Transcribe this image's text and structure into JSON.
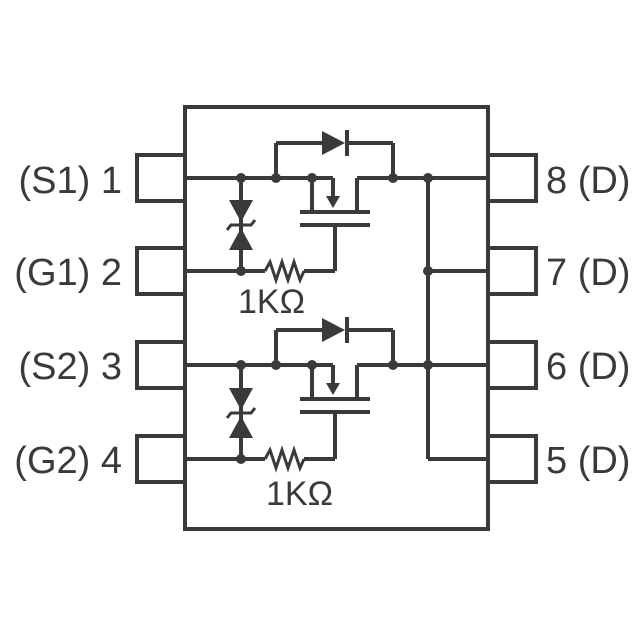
{
  "pins_left": [
    {
      "pin": "1",
      "name": "(S1)"
    },
    {
      "pin": "2",
      "name": "(G1)"
    },
    {
      "pin": "3",
      "name": "(S2)"
    },
    {
      "pin": "4",
      "name": "(G2)"
    }
  ],
  "pins_right": [
    {
      "pin": "8",
      "name": "(D)"
    },
    {
      "pin": "7",
      "name": "(D)"
    },
    {
      "pin": "6",
      "name": "(D)"
    },
    {
      "pin": "5",
      "name": "(D)"
    }
  ],
  "resistors": [
    {
      "value": "1KΩ"
    },
    {
      "value": "1KΩ"
    }
  ],
  "colors": {
    "ink": "#3a3a3a",
    "background": "#ffffff"
  }
}
